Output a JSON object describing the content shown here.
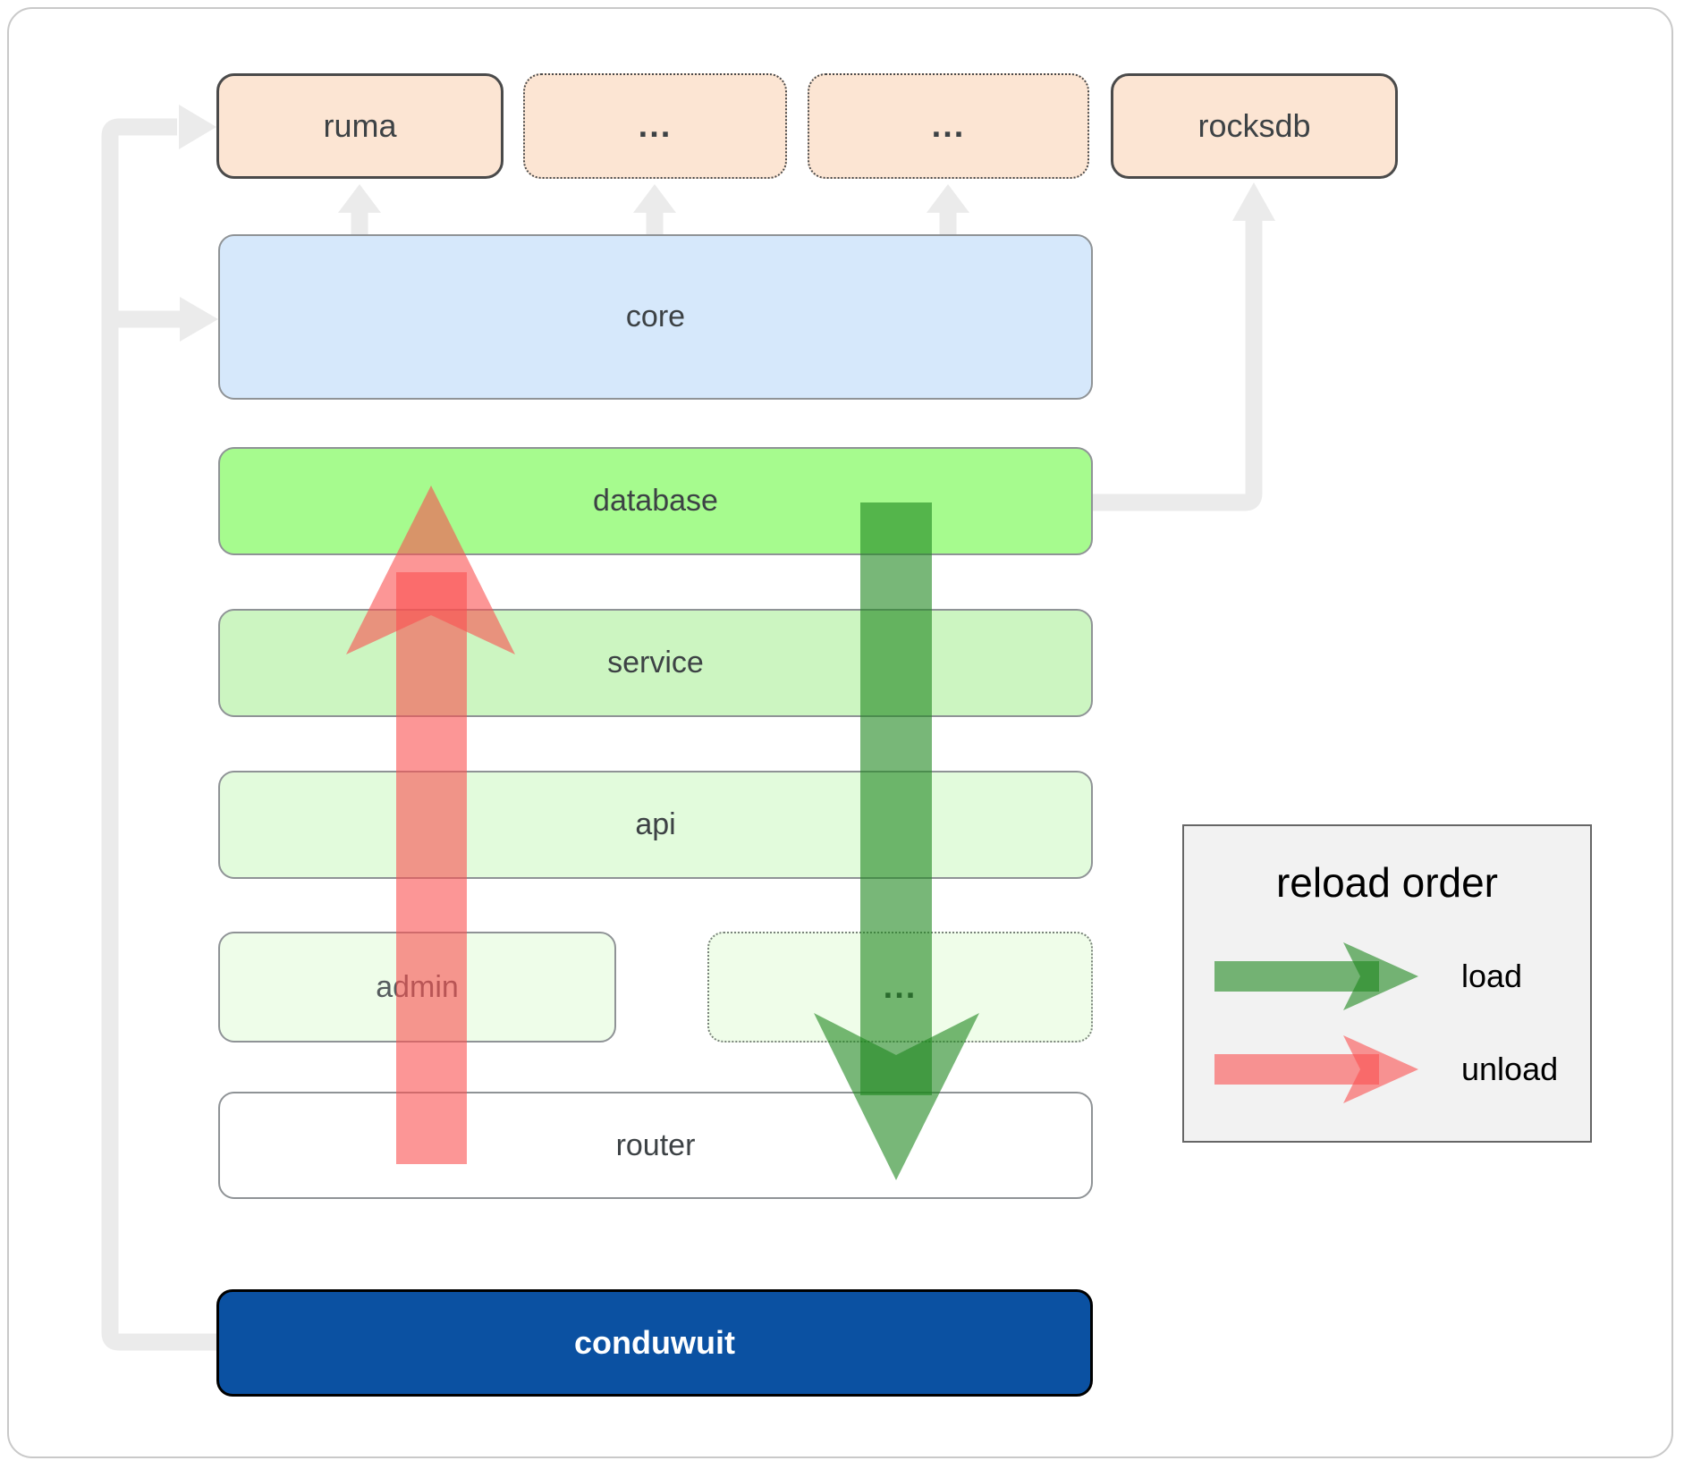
{
  "nodes": {
    "ruma": {
      "label": "ruma"
    },
    "ext1": {
      "label": "..."
    },
    "ext2": {
      "label": "..."
    },
    "rocksdb": {
      "label": "rocksdb"
    },
    "core": {
      "label": "core"
    },
    "database": {
      "label": "database"
    },
    "service": {
      "label": "service"
    },
    "api": {
      "label": "api"
    },
    "admin": {
      "label": "admin"
    },
    "more": {
      "label": "..."
    },
    "router": {
      "label": "router"
    },
    "conduwuit": {
      "label": "conduwuit"
    }
  },
  "legend": {
    "title": "reload order",
    "items": [
      {
        "icon": "green-right-arrow",
        "label": "load"
      },
      {
        "icon": "red-right-arrow",
        "label": "unload"
      }
    ]
  },
  "flows": {
    "load": {
      "direction": "down",
      "color": "#1e871e"
    },
    "unload": {
      "direction": "up",
      "color": "#fa5050"
    }
  },
  "colors": {
    "peach_fill": "#fce5d3",
    "core_blue": "#d6e8fb",
    "database_green": "#a6fb8e",
    "service_green": "#ccf5c1",
    "api_green": "#e2fbdc",
    "admin_green": "#eefde9",
    "router_white": "#ffffff",
    "conduwuit_blue": "#0b51a2",
    "connector_gray": "#ebebeb",
    "legend_bg": "#f2f2f2",
    "text_dark": "#3d4245"
  }
}
